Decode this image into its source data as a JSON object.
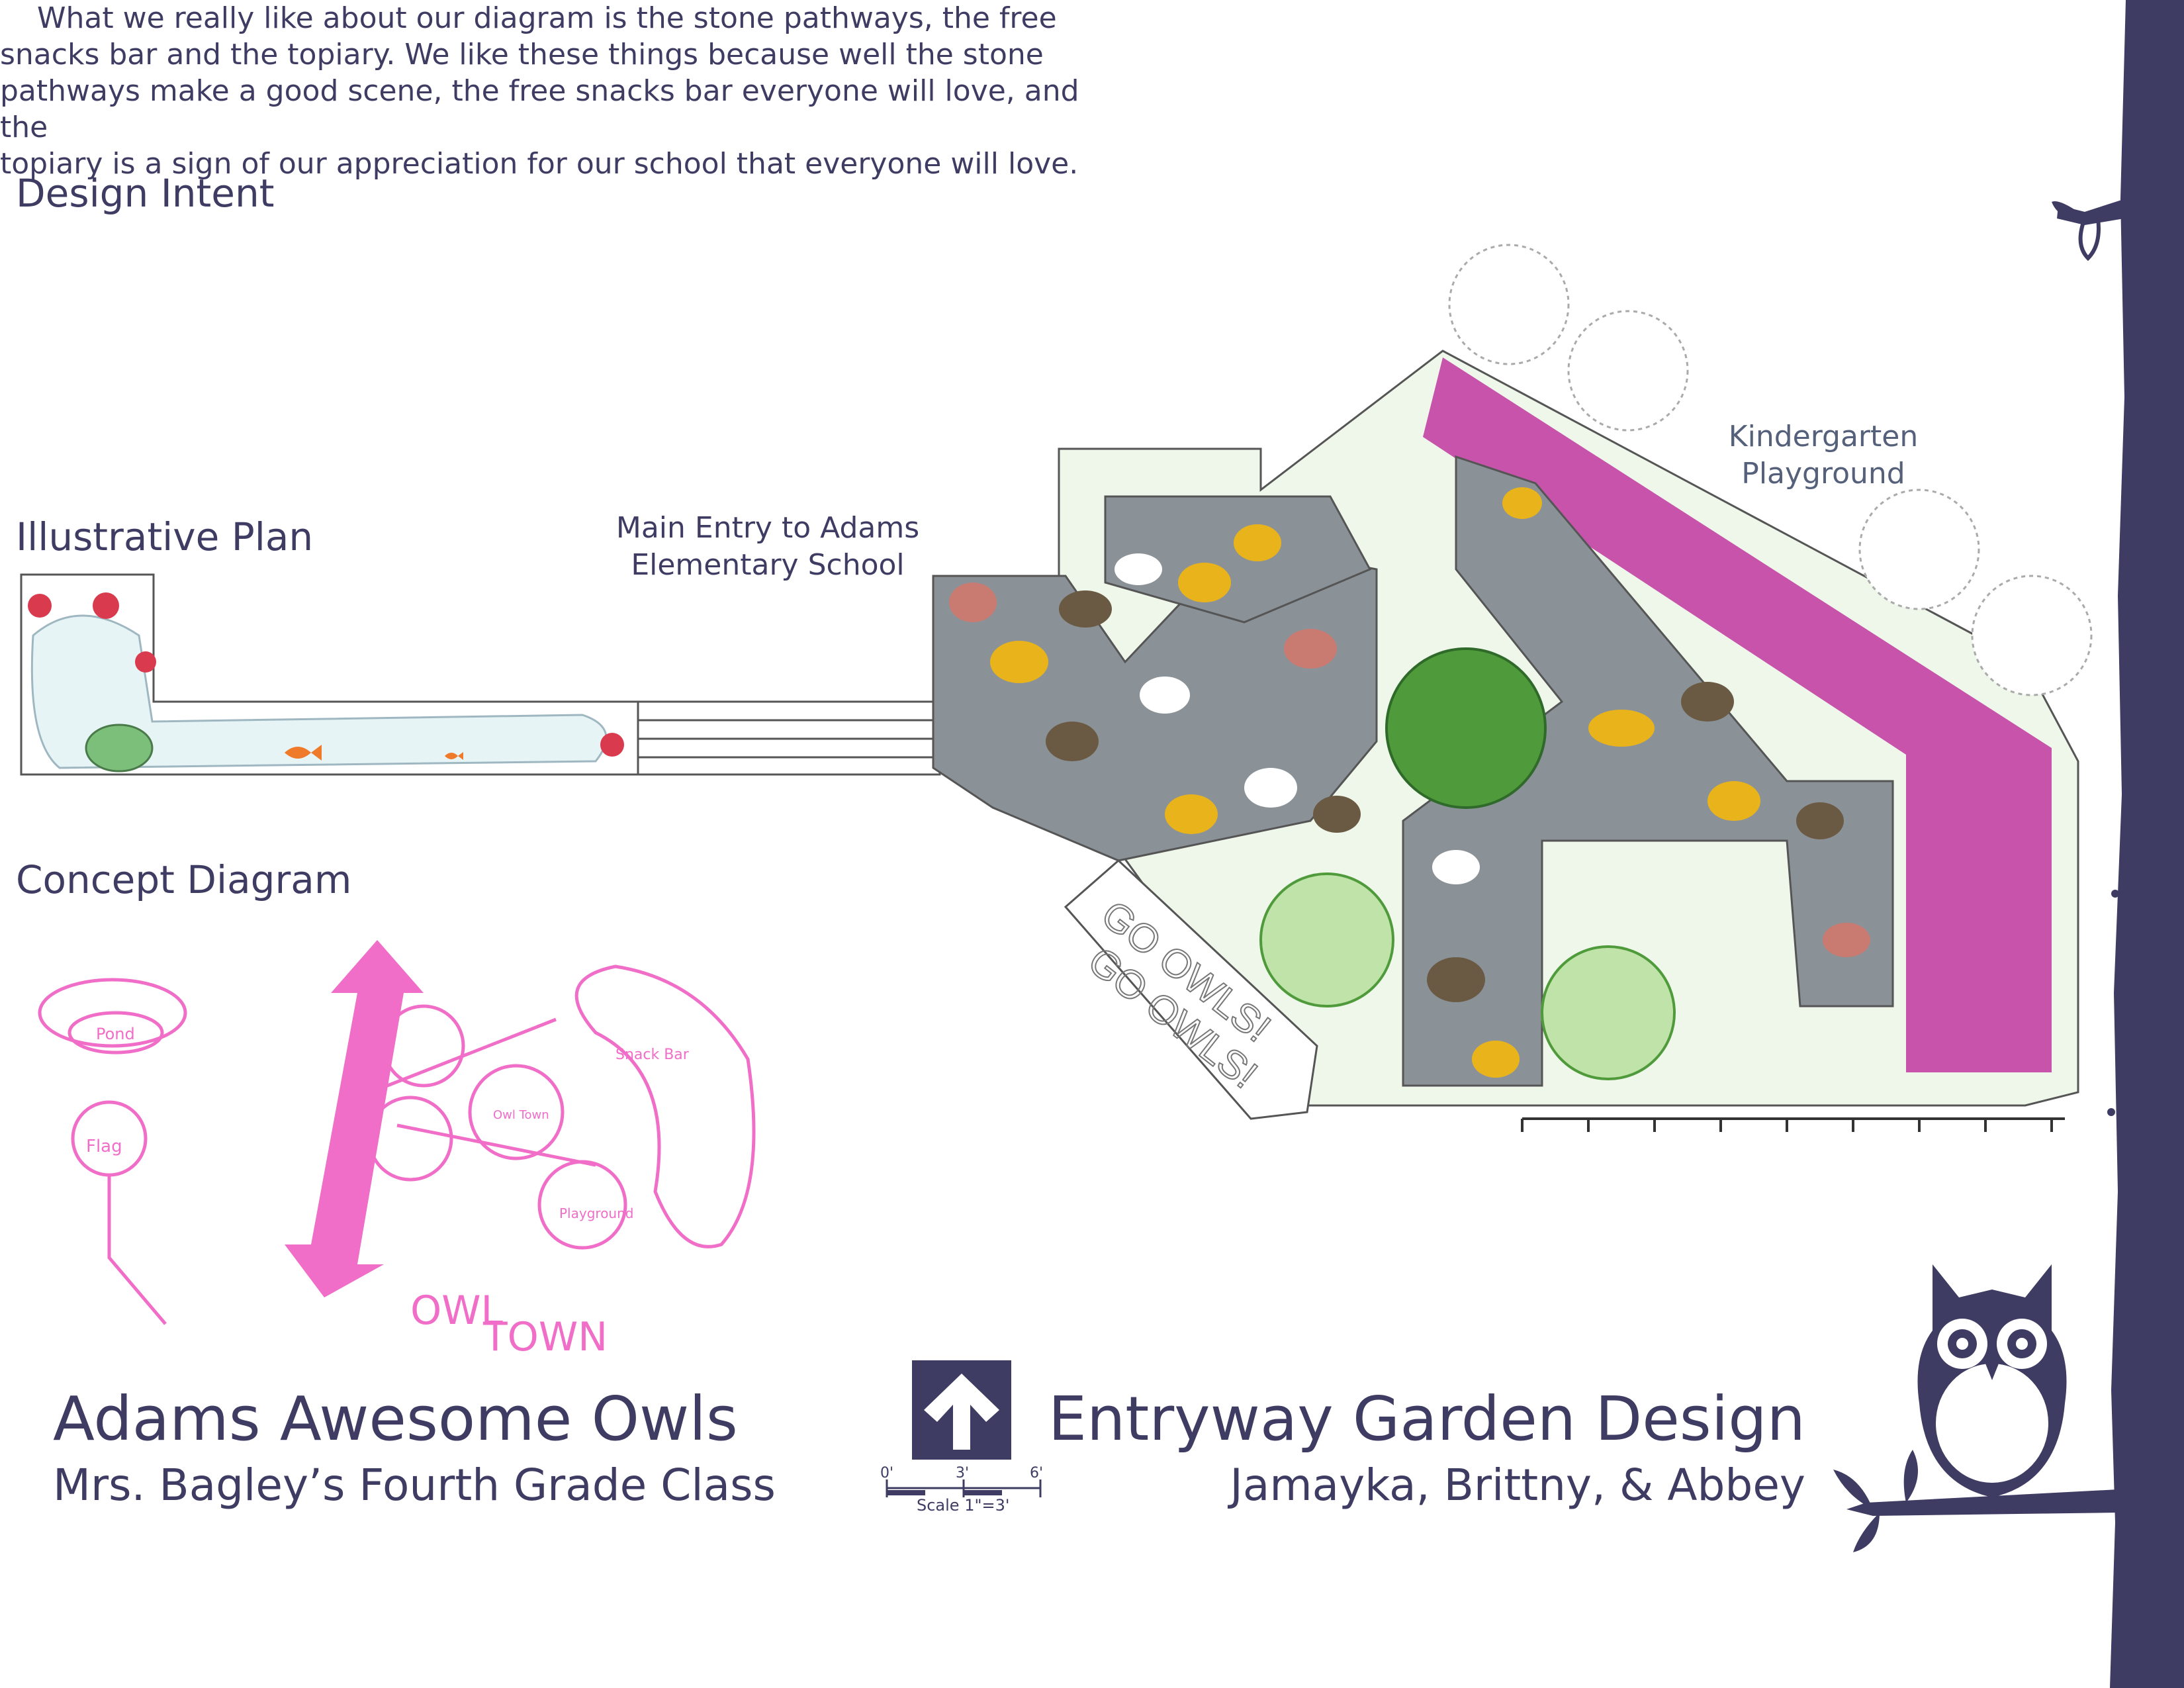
{
  "design_intent": {
    "heading": "Design Intent",
    "lines": [
      "What we really like about our diagram is the stone pathways, the free",
      "snacks bar and the topiary.  We like these things because well the stone",
      "pathways make a good scene, the free snacks bar everyone will love, and the",
      "topiary is a sign of our appreciation for our school that everyone will love."
    ]
  },
  "illustrative_plan": {
    "heading": "Illustrative Plan"
  },
  "concept_diagram": {
    "heading": "Concept Diagram",
    "sketch_words": [
      "Pond",
      "Snack Bar",
      "Flag",
      "Owl Town",
      "Playground",
      "OWL",
      "TOWN"
    ]
  },
  "plan_labels": {
    "main_entry_line1": "Main Entry to Adams",
    "main_entry_line2": "Elementary School",
    "kindergarten_line1": "Kindergarten",
    "kindergarten_line2": "Playground",
    "sign_text_1": "GO OWLS!",
    "sign_text_2": "GO OWLS!"
  },
  "title_block": {
    "team_name": "Adams Awesome Owls",
    "class_name": "Mrs. Bagley’s Fourth Grade Class",
    "project_title": "Entryway Garden Design",
    "authors": "Jamayka, Brittny, & Abbey"
  },
  "scale_bar": {
    "ticks": [
      "0'",
      "3'",
      "6'"
    ],
    "label": "Scale 1\"=3'"
  },
  "colors": {
    "ink": "#3f3c63",
    "pink": "#f06ec8",
    "magenta": "#c0379f",
    "stone_gray": "#8a9298",
    "lawn": "#e8f3e4",
    "topiary_green": "#4f9a3a"
  },
  "icons": [
    "owl-icon",
    "north-arrow-icon",
    "tree-trunk-icon"
  ]
}
